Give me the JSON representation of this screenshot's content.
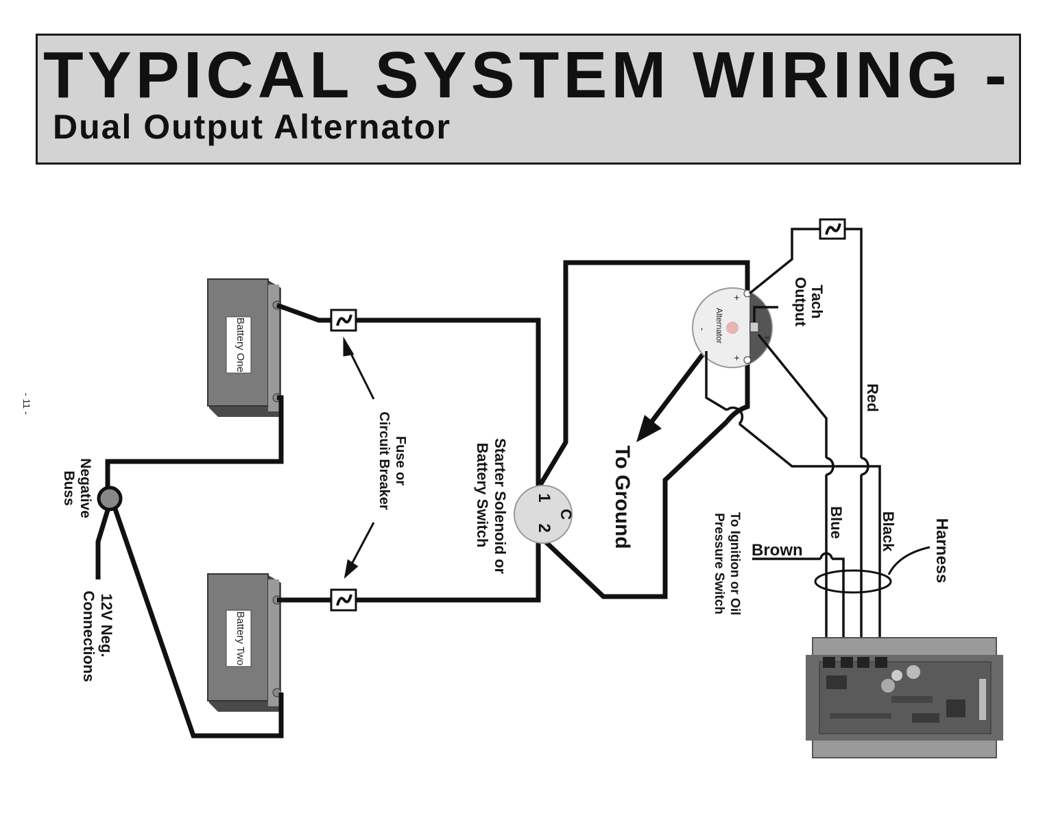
{
  "header": {
    "title": "TYPICAL SYSTEM WIRING -",
    "subtitle": "Dual Output Alternator"
  },
  "page_number": "- 11 -",
  "components": {
    "battery_one": "Battery One",
    "battery_two": "Battery Two",
    "alternator": "Alternator",
    "solenoid_terminals": [
      "C",
      "1",
      "2"
    ]
  },
  "labels": {
    "fuse": [
      "Fuse or",
      "Circuit Breaker"
    ],
    "solenoid": [
      "Starter Solenoid or",
      "Battery Switch"
    ],
    "to_ground": "To Ground",
    "tach": [
      "Tach",
      "Output"
    ],
    "red": "Red",
    "ignition": [
      "To Ignition or Oil",
      "Pressure Switch"
    ],
    "brown": "Brown",
    "blue": "Blue",
    "black": "Black",
    "harness": "Harness",
    "neg_buss": [
      "Negative",
      "Buss"
    ],
    "neg_connections": [
      "12V Neg.",
      "Connections"
    ]
  },
  "alternator_terminals": [
    "+",
    "+",
    "-",
    "F"
  ],
  "colors": {
    "title_bg": "#d3d3d3",
    "battery": "#7b7b7b",
    "battery_shadow": "#4a4a4a",
    "regulator": "#5e5e5e",
    "wire": "#111111"
  }
}
